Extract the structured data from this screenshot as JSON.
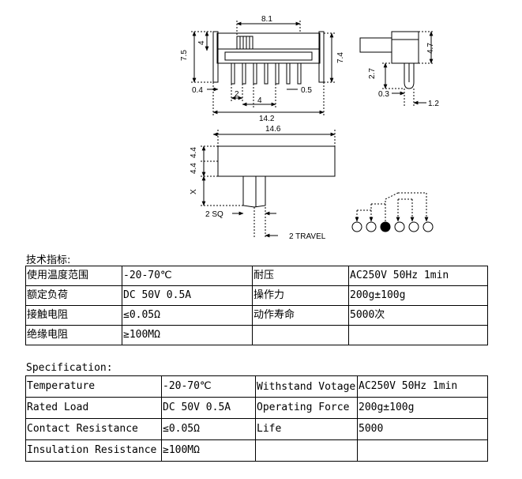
{
  "drawing": {
    "dims": {
      "top_width": "8.1",
      "left_height": "7.5",
      "left_small": "4",
      "pin_offset": "0.4",
      "pin_pitch": "2",
      "pin_span": "4",
      "pin_width": "0.5",
      "overall_width": "14.2",
      "inner_height": "7.4",
      "side_top": "4.7",
      "side_height": "2.7",
      "side_pin": "0.3",
      "side_pin_gap": "1.2",
      "body_width": "14.6",
      "body_height": "4.4",
      "lever_x": "X",
      "lever_sq": "2 SQ",
      "travel": "2 TRAVEL"
    }
  },
  "cn": {
    "heading": "技术指标:",
    "rows": [
      [
        "使用温度范围",
        "-20-70℃",
        "耐压",
        "AC250V 50Hz 1min"
      ],
      [
        "额定负荷",
        "DC 50V 0.5A",
        "操作力",
        "200g±100g"
      ],
      [
        "接触电阻",
        "≤0.05Ω",
        "动作寿命",
        "5000次"
      ],
      [
        "绝缘电阻",
        "≥100MΩ",
        "",
        ""
      ]
    ]
  },
  "en": {
    "heading": "Specification:",
    "rows": [
      [
        "Temperature",
        "-20-70℃",
        "Withstand Votage",
        "AC250V 50Hz 1min"
      ],
      [
        "Rated Load",
        "DC 50V 0.5A",
        "Operating Force",
        "200g±100g"
      ],
      [
        "Contact Resistance",
        "≤0.05Ω",
        "Life",
        "5000"
      ],
      [
        "Insulation Resistance",
        "≥100MΩ",
        "",
        ""
      ]
    ]
  }
}
